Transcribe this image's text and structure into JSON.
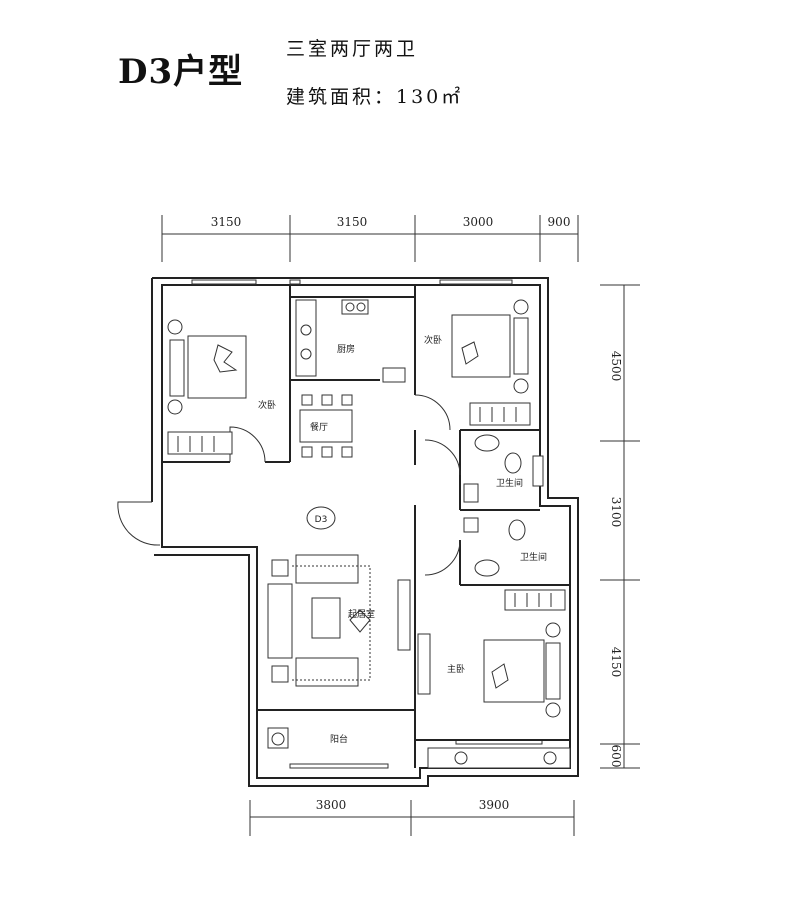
{
  "header": {
    "title": "D3户型",
    "layout": "三室两厅两卫",
    "area": "建筑面积：130㎡"
  },
  "dimensions": {
    "top": [
      "3150",
      "3150",
      "3000",
      "900"
    ],
    "right": [
      "4500",
      "3100",
      "4150",
      "600"
    ],
    "bottom": [
      "3800",
      "3900"
    ]
  },
  "rooms": {
    "bedroom_left": "次卧",
    "kitchen": "厨房",
    "bedroom_right": "次卧",
    "dining": "餐厅",
    "bath_upper": "卫生间",
    "bath_lower": "卫生间",
    "living": "起居室",
    "master": "主卧",
    "balcony": "阳台",
    "unit_tag": "D3"
  }
}
